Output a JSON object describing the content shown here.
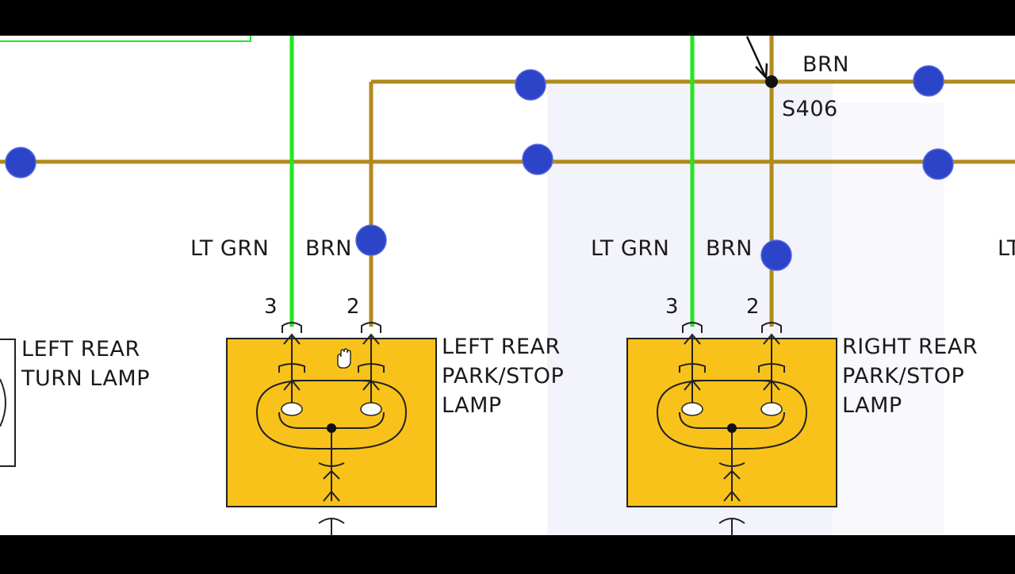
{
  "colors": {
    "brown_wire": "#b08a1e",
    "green_wire": "#22e622",
    "lamp_fill": "#f8c21a",
    "node_fill": "#2c44c8",
    "background": "#ffffff",
    "letterbox": "#000000"
  },
  "wires": {
    "brn_top": "BRN",
    "left_green": "LT GRN",
    "left_brown": "BRN",
    "right_green": "LT GRN",
    "right_brown": "BRN",
    "partial_right": "LT"
  },
  "splice": {
    "label": "S406"
  },
  "pins": {
    "left_pin3": "3",
    "left_pin2": "2",
    "right_pin3": "3",
    "right_pin2": "2"
  },
  "lamps": {
    "left_turn": {
      "line1": "LEFT REAR",
      "line2": "TURN LAMP"
    },
    "left_park": {
      "line1": "LEFT REAR",
      "line2": "PARK/STOP",
      "line3": "LAMP"
    },
    "right_park": {
      "line1": "RIGHT REAR",
      "line2": "PARK/STOP",
      "line3": "LAMP"
    }
  },
  "icons": [
    "hand-cursor-icon",
    "splice-dot-icon",
    "ground-connector-icon"
  ]
}
